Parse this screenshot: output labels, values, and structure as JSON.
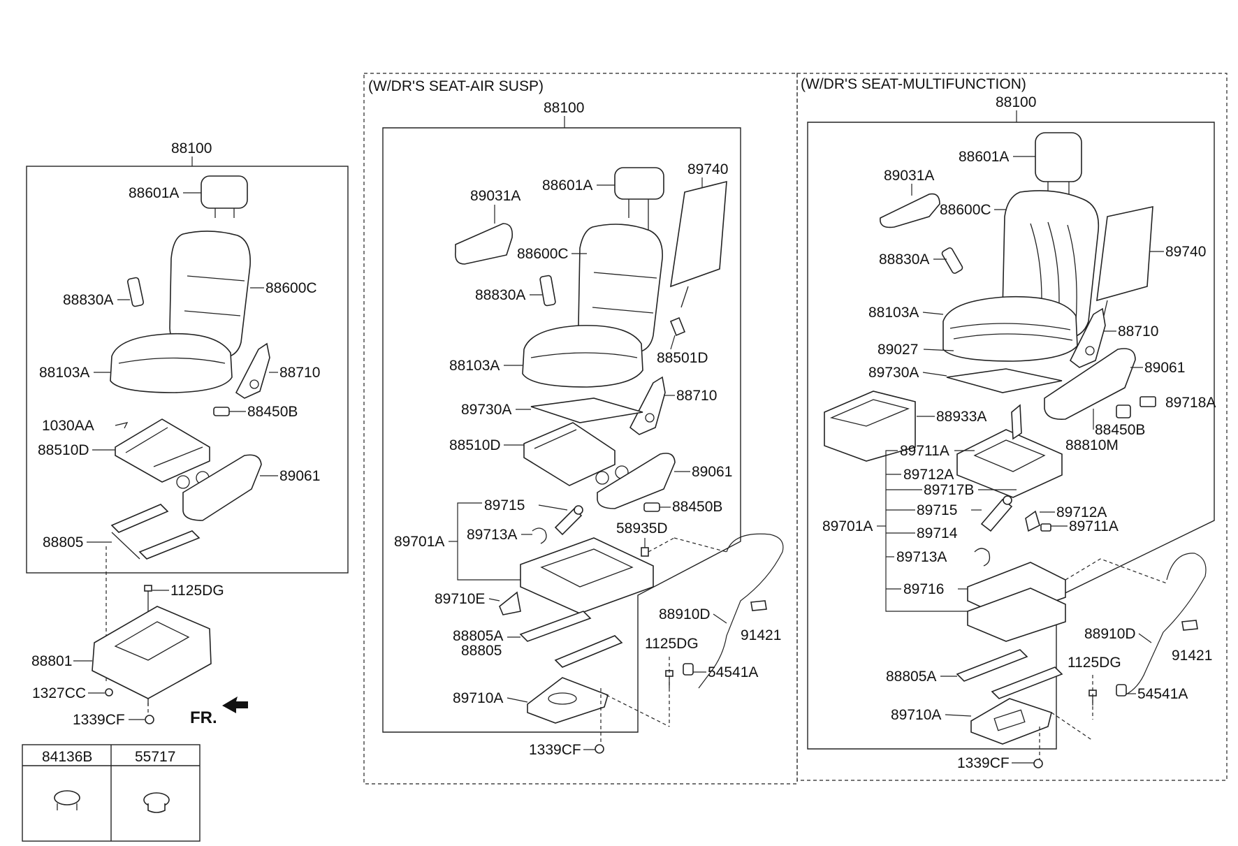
{
  "sections": {
    "air_susp": {
      "title": "(W/DR'S SEAT-AIR SUSP)"
    },
    "multifunction": {
      "title": "(W/DR'S SEAT-MULTIFUNCTION)"
    }
  },
  "std_labels": {
    "assy": "88100",
    "headrest": "88601A",
    "back_cover": "88600C",
    "belt_buckle": "88830A",
    "cushion": "88103A",
    "bracket": "1030AA",
    "track": "88510D",
    "recliner": "88710",
    "knob": "88450B",
    "cover": "89061",
    "slide_rail": "88805",
    "bolt": "1125DG",
    "riser": "88801",
    "nut_a": "1327CC",
    "nut_b": "1339CF",
    "front_label": "FR."
  },
  "air_labels": {
    "assy": "88100",
    "armrest": "89031A",
    "headrest": "88601A",
    "back_board": "89740",
    "back_cover": "88600C",
    "belt_buckle": "88830A",
    "pad": "88501D",
    "cushion": "88103A",
    "recliner": "88710",
    "heater": "89730A",
    "track": "88510D",
    "cover": "89061",
    "shock": "89715",
    "knob": "88450B",
    "valve": "58935D",
    "susp_assy": "89701A",
    "valve_asm": "89713A",
    "hose": "88910D",
    "bracket_e": "89710E",
    "tag": "91421",
    "slide_a": "88805A",
    "slide": "88805",
    "bolt": "1125DG",
    "connector": "54541A",
    "base": "89710A",
    "nut": "1339CF"
  },
  "multi_labels": {
    "assy": "88100",
    "headrest": "88601A",
    "armrest": "89031A",
    "back_cover": "88600C",
    "belt_buckle": "88830A",
    "back_board": "89740",
    "cushion": "88103A",
    "recliner": "88710",
    "pad": "89027",
    "cover": "89061",
    "heater": "89730A",
    "switch": "89718A",
    "box": "88933A",
    "knob": "88450B",
    "lever": "88810M",
    "c1": "89711A",
    "c2": "89712A",
    "c3": "89717B",
    "c4": "89715",
    "c5": "89714",
    "c6": "89713A",
    "c7": "89716",
    "r1": "89712A",
    "r2": "89711A",
    "susp_assy": "89701A",
    "hose": "88910D",
    "tag": "91421",
    "bolt": "1125DG",
    "connector": "54541A",
    "slide_a": "88805A",
    "base": "89710A",
    "nut": "1339CF"
  },
  "legend": {
    "col1": "84136B",
    "col2": "55717"
  },
  "icons": [
    "seat-assembly-icon",
    "headrest-icon",
    "seat-back-icon",
    "cushion-icon",
    "rail-icon",
    "plug-icon",
    "grommet-icon",
    "arrow-left-icon"
  ]
}
